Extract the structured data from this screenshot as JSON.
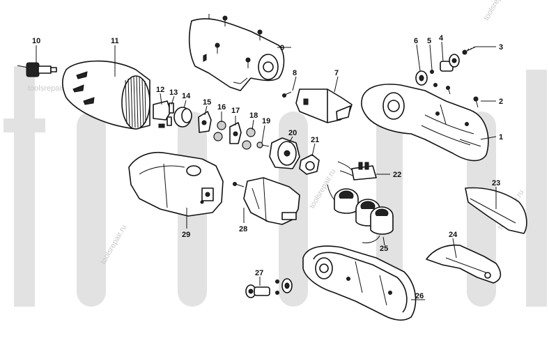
{
  "watermark": {
    "big_text": "toolsrepair",
    "small_text": "toolsrepair.ru",
    "diag_texts": [
      "toolsrepair.ru",
      "toolsrepair.ru",
      "toolsrepair.ru",
      "toolsrepair.ru"
    ]
  },
  "callouts": [
    {
      "id": "c1",
      "text": "1"
    },
    {
      "id": "c2",
      "text": "2"
    },
    {
      "id": "c3",
      "text": "3"
    },
    {
      "id": "c4",
      "text": "4"
    },
    {
      "id": "c5",
      "text": "5"
    },
    {
      "id": "c6",
      "text": "6"
    },
    {
      "id": "c7",
      "text": "7"
    },
    {
      "id": "c8",
      "text": "8"
    },
    {
      "id": "c9",
      "text": "9"
    },
    {
      "id": "c10",
      "text": "10"
    },
    {
      "id": "c11",
      "text": "11"
    },
    {
      "id": "c12",
      "text": "12"
    },
    {
      "id": "c13",
      "text": "13"
    },
    {
      "id": "c14",
      "text": "14"
    },
    {
      "id": "c15",
      "text": "15"
    },
    {
      "id": "c16",
      "text": "16"
    },
    {
      "id": "c17",
      "text": "17"
    },
    {
      "id": "c18",
      "text": "18"
    },
    {
      "id": "c19",
      "text": "19"
    },
    {
      "id": "c20",
      "text": "20"
    },
    {
      "id": "c21",
      "text": "21"
    },
    {
      "id": "c22",
      "text": "22"
    },
    {
      "id": "c23",
      "text": "23"
    },
    {
      "id": "c24",
      "text": "24"
    },
    {
      "id": "c25",
      "text": "25"
    },
    {
      "id": "c26",
      "text": "26"
    },
    {
      "id": "c27",
      "text": "27"
    },
    {
      "id": "c28",
      "text": "28"
    },
    {
      "id": "c29",
      "text": "29"
    }
  ]
}
